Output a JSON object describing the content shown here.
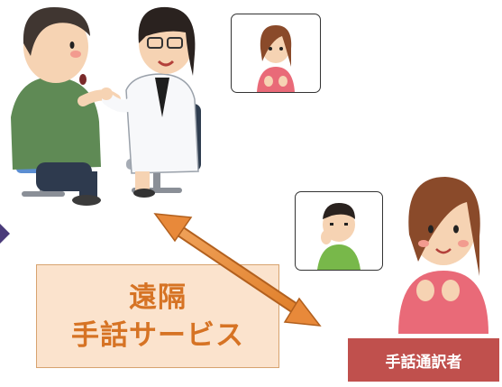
{
  "service": {
    "line1": "遠隔",
    "line2": "手話サービス"
  },
  "interpreter_badge": "手話通訳者",
  "colors": {
    "service_text": "#d67324",
    "service_bg": "#fbe3cd",
    "badge_bg": "#c0504d",
    "arrow": "#e8893a"
  },
  "icons": [
    "patient-illustration",
    "doctor-illustration",
    "interpreter-video-thumbnail",
    "patient-video-thumbnail",
    "interpreter-illustration",
    "double-arrow-icon",
    "nav-chevron-icon"
  ]
}
